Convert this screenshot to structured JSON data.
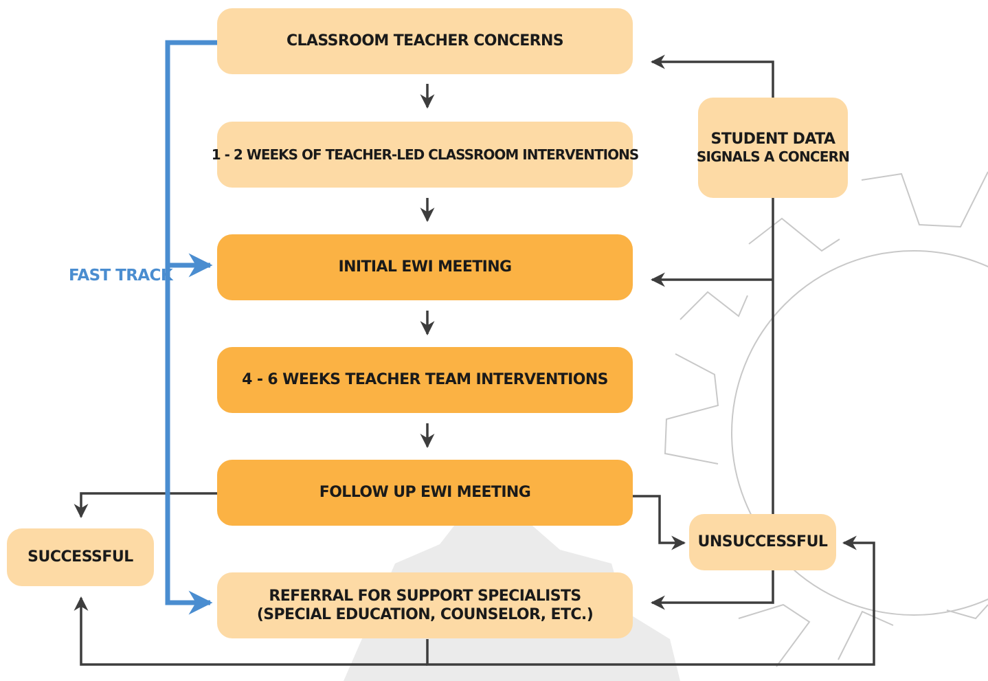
{
  "flow": {
    "classroom_concerns": "CLASSROOM TEACHER CONCERNS",
    "teacher_led": "1 - 2 WEEKS OF TEACHER-LED CLASSROOM INTERVENTIONS",
    "initial_meeting": "INITIAL EWI MEETING",
    "team_interventions": "4 - 6 WEEKS TEACHER TEAM INTERVENTIONS",
    "follow_up_meeting": "FOLLOW UP EWI MEETING",
    "referral_line1": "REFERRAL FOR SUPPORT SPECIALISTS",
    "referral_line2": "(SPECIAL EDUCATION, COUNSELOR, ETC.)"
  },
  "side": {
    "student_data_line1": "STUDENT DATA",
    "student_data_line2": "SIGNALS A CONCERN",
    "unsuccessful": "UNSUCCESSFUL",
    "successful": "SUCCESSFUL"
  },
  "fast_track": {
    "label": "FAST TRACK"
  },
  "colors": {
    "light_box": "#FDDAA5",
    "dark_box": "#FBB244",
    "connector": "#3D3D3D",
    "fast_track": "#4A8DD0",
    "gear_outline": "#C8C8C8",
    "gear_fill": "#EBEBEB"
  },
  "background": {
    "decoration": "gear-icon"
  }
}
